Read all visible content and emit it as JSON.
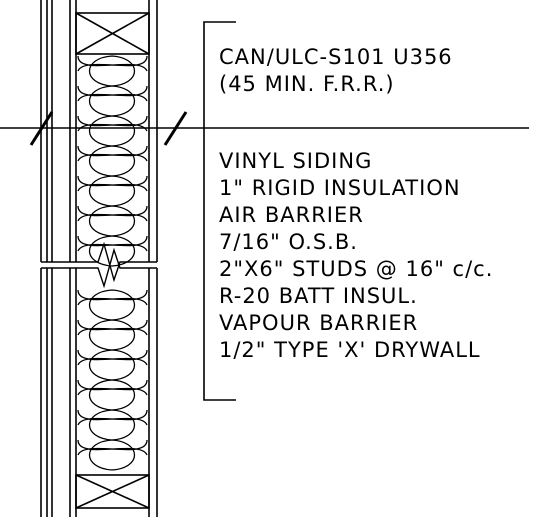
{
  "fire_rating": {
    "lines": [
      "CAN/ULC-S101 U356",
      "(45 MIN. F.R.R.)"
    ]
  },
  "assembly_layers": [
    "VINYL SIDING",
    "1\" RIGID INSULATION",
    "AIR BARRIER",
    "7/16\" O.S.B.",
    "2\"X6\" STUDS @ 16\" c/c.",
    "R-20 BATT INSUL.",
    "VAPOUR BARRIER",
    "1/2\" TYPE 'X' DRYWALL"
  ],
  "colors": {
    "line": "#000000",
    "background": "#ffffff"
  }
}
